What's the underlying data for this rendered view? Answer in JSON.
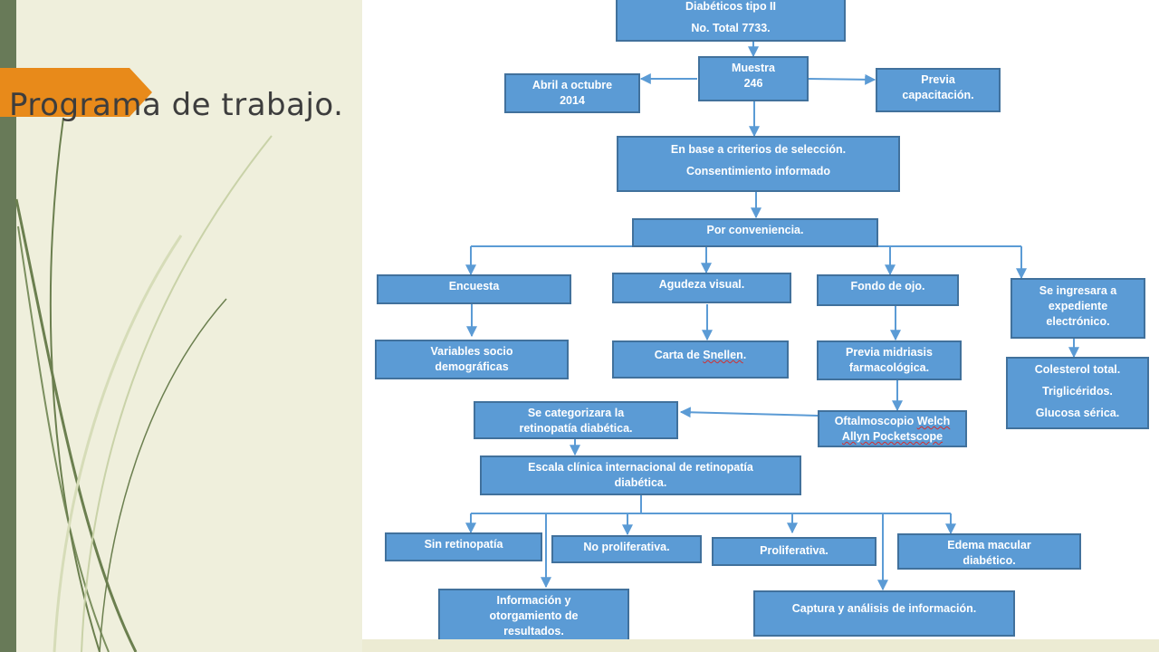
{
  "slide": {
    "title": "Programa de trabajo."
  },
  "colors": {
    "box_fill": "#5b9bd5",
    "box_border": "#41719c",
    "accent": "#e88a1a",
    "sidebar": "#687a58"
  },
  "diagram": {
    "total": {
      "line1": "Diabéticos tipo II",
      "line2": "No. Total 7733."
    },
    "muestra": {
      "line1": "Muestra",
      "line2": "246"
    },
    "periodo": {
      "line1": "Abril a octubre",
      "line2": "2014"
    },
    "capacitacion": {
      "line1": "Previa",
      "line2": "capacitación."
    },
    "criterios": {
      "line1": "En base a criterios de selección.",
      "line2": "Consentimiento informado"
    },
    "conveniencia": {
      "line1": "Por conveniencia."
    },
    "encuesta": {
      "line1": "Encuesta"
    },
    "agudeza": {
      "line1": "Agudeza visual."
    },
    "fondo": {
      "line1": "Fondo de ojo."
    },
    "expediente": {
      "line1": "Se ingresara a",
      "line2": "expediente",
      "line3": "electrónico."
    },
    "variables": {
      "line1": "Variables socio",
      "line2": "demográficas"
    },
    "snellen": {
      "prefix": "Carta de ",
      "word": "Snellen",
      "suffix": "."
    },
    "midriasis": {
      "line1": "Previa midriasis",
      "line2": "farmacológica."
    },
    "laboratorio": {
      "line1": "Colesterol total.",
      "line2": "Triglicéridos.",
      "line3": "Glucosa sérica."
    },
    "oftalmoscopio": {
      "line1a": "Oftalmoscopio ",
      "line1b": "Welch",
      "line2": "Allyn Pocketscope"
    },
    "categorizar": {
      "line1": "Se categorizara la",
      "line2": "retinopatía diabética."
    },
    "escala": {
      "line1": "Escala clínica internacional de retinopatía",
      "line2": "diabética."
    },
    "sin": {
      "line1": "Sin retinopatía"
    },
    "noprolif": {
      "line1": "No proliferativa."
    },
    "prolif": {
      "line1": "Proliferativa."
    },
    "edema": {
      "line1": "Edema macular",
      "line2": "diabético."
    },
    "informacion": {
      "line1": "Información y",
      "line2": "otorgamiento de",
      "line3": "resultados."
    },
    "captura": {
      "line1": "Captura y análisis de información."
    }
  }
}
